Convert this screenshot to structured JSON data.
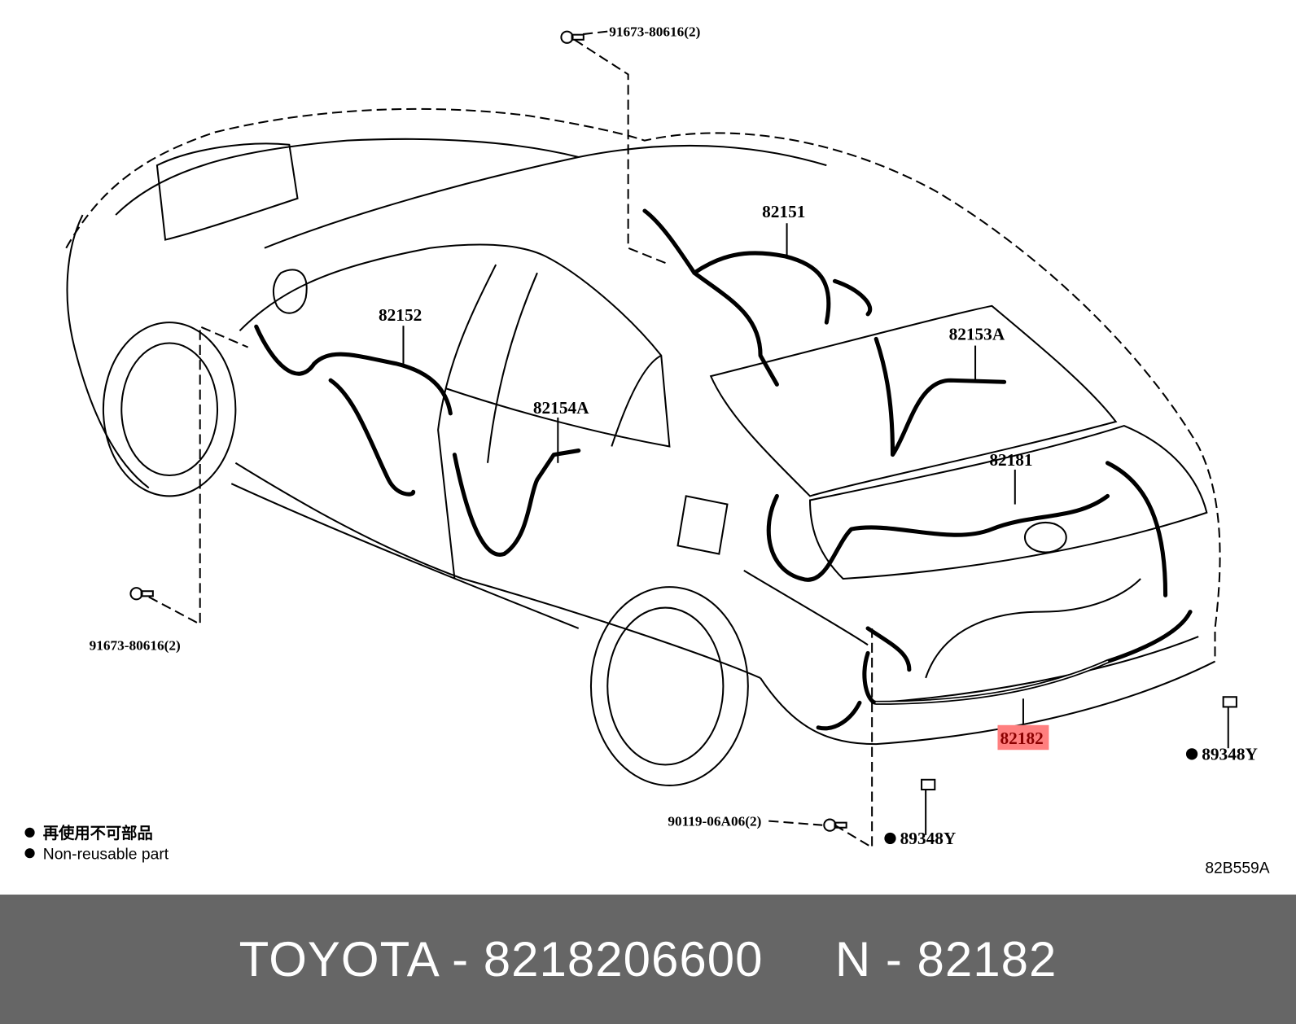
{
  "diagram": {
    "parts": {
      "bolt_top": "91673-80616(2)",
      "bolt_left": "91673-80616(2)",
      "bolt_bottom": "90119-06A06(2)",
      "wire_82151": "82151",
      "wire_82152": "82152",
      "wire_82153A": "82153A",
      "wire_82154A": "82154A",
      "wire_82181": "82181",
      "wire_82182": "82182",
      "clip_right": "89348Y",
      "clip_bottom": "89348Y"
    },
    "highlight_color": "#ff7f7f",
    "legend": {
      "line_jp": "再使用不可部品",
      "line_en": "Non-reusable part"
    },
    "figure_code": "82B559A"
  },
  "footer": {
    "text": "TOYOTA - 8218206600     N - 82182",
    "background": "#666666"
  }
}
